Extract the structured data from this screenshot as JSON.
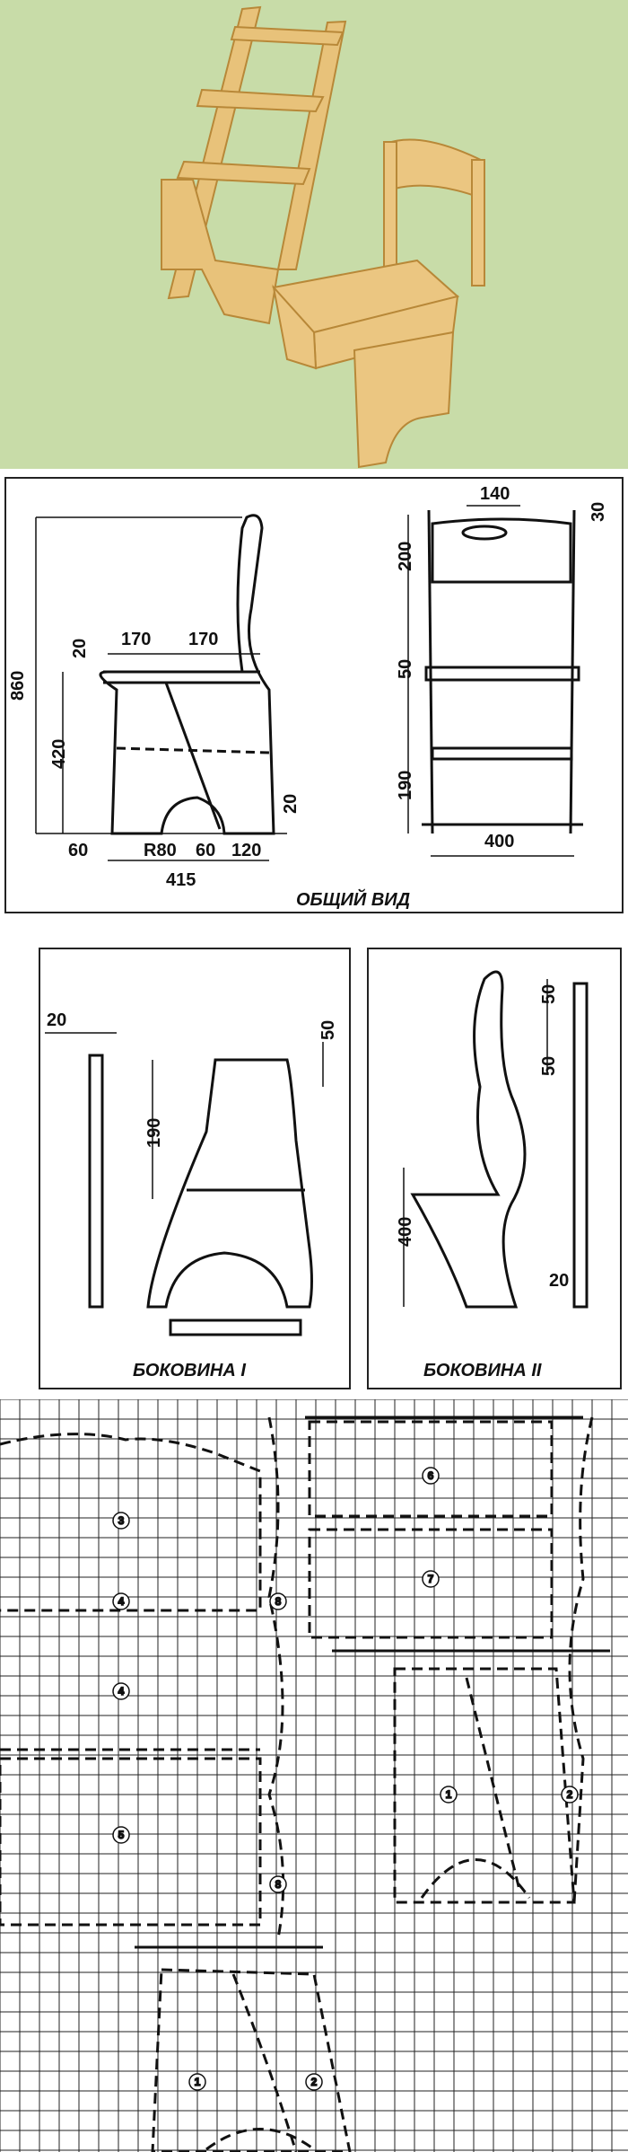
{
  "photo": {
    "background": "#c8dca8",
    "wood": "#e8c27a"
  },
  "general_view": {
    "title": "ОБЩИЙ ВИД",
    "side_dims": [
      "860",
      "420",
      "20",
      "170",
      "170",
      "20",
      "60",
      "R80",
      "60",
      "120",
      "415"
    ],
    "front_dims": [
      "140",
      "30",
      "200",
      "50",
      "190",
      "400"
    ]
  },
  "side_one": {
    "title": "БОКОВИНА I",
    "dims": [
      "20",
      "50",
      "190"
    ]
  },
  "side_two": {
    "title": "БОКОВИНА II",
    "dims": [
      "50",
      "50",
      "400",
      "20"
    ]
  },
  "pattern": {
    "part_numbers": [
      "3",
      "4",
      "4",
      "5",
      "6",
      "7",
      "8",
      "8",
      "1",
      "2",
      "1",
      "2"
    ]
  }
}
